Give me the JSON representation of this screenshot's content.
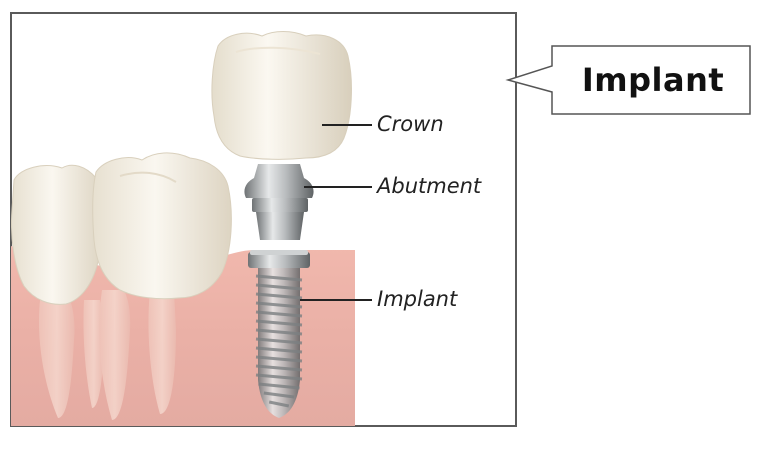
{
  "callout": {
    "title": "Implant"
  },
  "labels": {
    "crown": "Crown",
    "abutment": "Abutment",
    "implant": "Implant"
  },
  "colors": {
    "frame": "#5a5a5a",
    "gum": "#e9a9a0",
    "tooth": "#f3eee3",
    "metal": "#a9acae"
  }
}
